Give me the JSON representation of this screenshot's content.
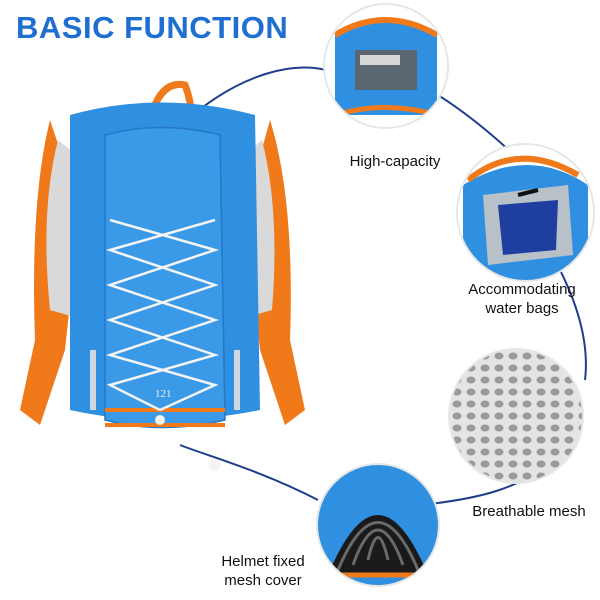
{
  "title": "BASIC FUNCTION",
  "colors": {
    "title": "#1e6fd1",
    "pack_blue": "#2f8fe0",
    "pack_orange": "#f07a1a",
    "arc": "#1f3f8c"
  },
  "features": [
    {
      "label": "High-capacity"
    },
    {
      "label_line1": "Accommodating",
      "label_line2": "water bags"
    },
    {
      "label": "Breathable mesh"
    },
    {
      "label_line1": "Helmet fixed",
      "label_line2": "mesh cover"
    }
  ],
  "brand_mark": "121"
}
